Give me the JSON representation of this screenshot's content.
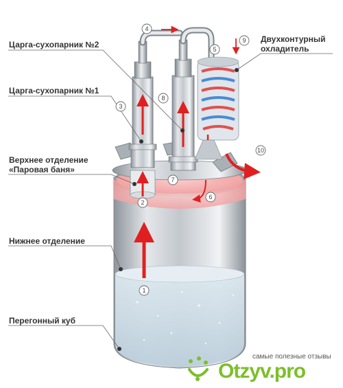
{
  "labels": {
    "column2": "Царга-сухопарник №2",
    "column1": "Царга-сухопарник №1",
    "upper_line1": "Верхнее отделение",
    "upper_line2": "«Паровая баня»",
    "lower": "Нижнее отделение",
    "cube": "Перегонный куб",
    "cooler_line1": "Двухконтурный",
    "cooler_line2": "охладитель"
  },
  "step_numbers": [
    "1",
    "2",
    "3",
    "4",
    "5",
    "6",
    "7",
    "8",
    "9",
    "10"
  ],
  "watermark": {
    "tagline": "самые полезные отзывы",
    "brand_name": "Otzyv",
    "brand_tld": ".pro"
  },
  "colors": {
    "arrow": "#e02020",
    "steam_zone": "#f6b9b9",
    "liquid": "#c9dbe6",
    "steel": "#b9bfc5",
    "brand": "#7cbf2a"
  }
}
